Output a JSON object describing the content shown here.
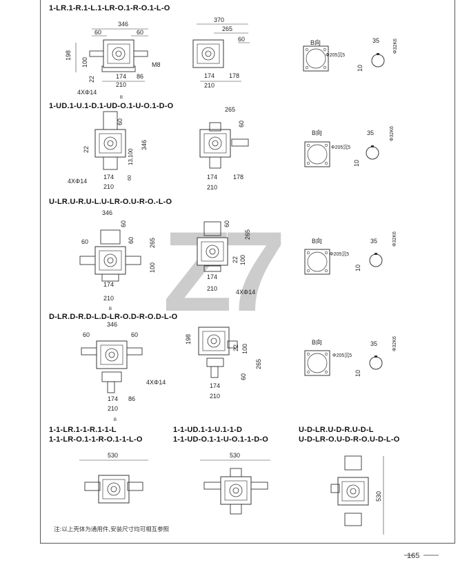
{
  "sections": [
    {
      "title": "1-LR.1-R.1-L.1-LR-O.1-R-O.1-L-O"
    },
    {
      "title": "1-UD.1-U.1-D.1-UD-O.1-U-O.1-D-O"
    },
    {
      "title": "U-LR.U-R.U-L.U-LR-O.U-R-O.-L-O"
    },
    {
      "title": "D-LR.D-R.D-L.D-LR-O.D-R-O.D-L-O"
    }
  ],
  "bottom_titles": [
    {
      "line1": "1-1-LR.1-1-R.1-1-L",
      "line2": "1-1-LR-O.1-1-R-O.1-1-L-O"
    },
    {
      "line1": "1-1-UD.1-1-U.1-1-D",
      "line2": "1-1-UD-O.1-1-U-O.1-1-D-O"
    },
    {
      "line1": "U-D-LR.U-D-R.U-D-L",
      "line2": "U-D-LR-O.U-D-R-O.U-D-L-O"
    }
  ],
  "dims": {
    "d346": "346",
    "d60": "60",
    "d198": "198",
    "d100": "100",
    "d22": "22",
    "d174": "174",
    "d210": "210",
    "d86": "86",
    "d370": "370",
    "d265": "265",
    "d178": "178",
    "d35": "35",
    "d10": "10",
    "d530": "530",
    "m8": "M8",
    "bolt": "4XΦ14",
    "view_b": "B向",
    "pcd": "Φ205沉5",
    "shaft": "Φ32K6",
    "b": "B",
    "d13_100": "13,100"
  },
  "watermark": "Z7",
  "note": "注:以上壳体为通用件,安装尺寸均可相互参照",
  "page_number": "165"
}
